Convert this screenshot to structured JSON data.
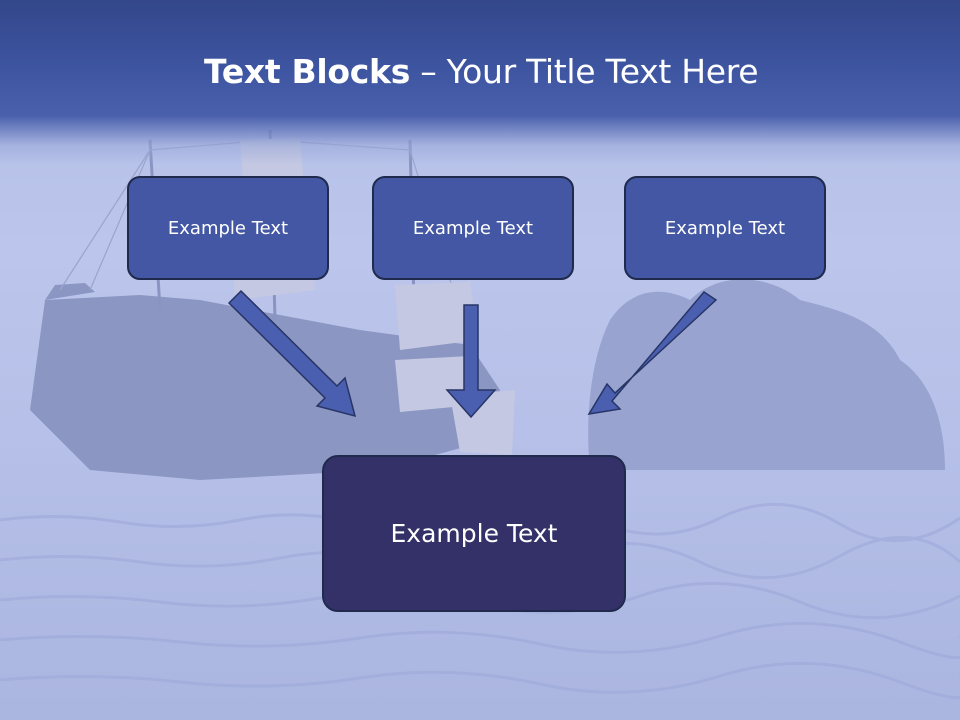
{
  "slide": {
    "title_bold": "Text Blocks",
    "title_dash": " – ",
    "title_rest": "Your Title Text Here",
    "box_left": "Example Text",
    "box_middle": "Example Text",
    "box_right": "Example Text",
    "box_bottom": "Example Text"
  },
  "colors": {
    "header": "#3d54a0",
    "box_fill": "#4357a4",
    "box_bottom_fill": "#333168",
    "arrow_fill": "#4a5fb0",
    "border": "#1f2a4d"
  }
}
